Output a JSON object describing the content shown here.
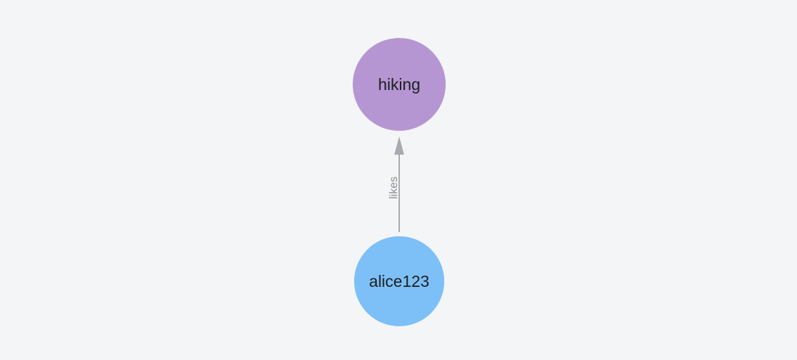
{
  "canvas": {
    "background_color": "#f4f5f6"
  },
  "graph": {
    "nodes": [
      {
        "id": "hiking",
        "label": "hiking",
        "shape": "circle",
        "fill_color": "#b596d2",
        "label_color": "#1d1e20"
      },
      {
        "id": "alice123",
        "label": "alice123",
        "shape": "circle",
        "fill_color": "#7cc0f7",
        "label_color": "#1d1e20"
      }
    ],
    "edges": [
      {
        "source": "alice123",
        "target": "hiking",
        "label": "likes",
        "direction": "up",
        "line_color": "#a8aab0",
        "label_color": "#8b8e94"
      }
    ]
  }
}
